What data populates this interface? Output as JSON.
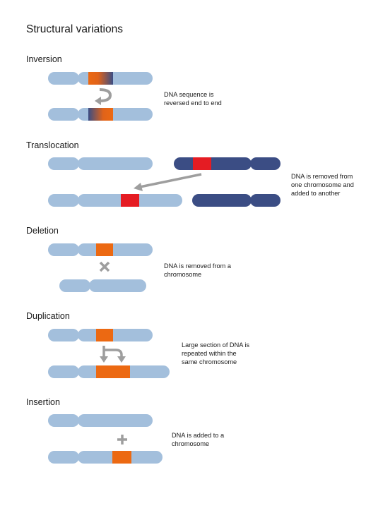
{
  "title": "Structural variations",
  "colors": {
    "chromosome": "#a3bfdc",
    "dark_chromosome": "#3b4d84",
    "orange": "#ec6912",
    "red": "#e51c23",
    "arrow": "#9e9e9e"
  },
  "sections": [
    {
      "heading": "Inversion",
      "description": [
        "DNA sequence is",
        "reversed end to end"
      ]
    },
    {
      "heading": "Translocation",
      "description": [
        "DNA is removed from",
        "one chromosome and",
        "added to another"
      ]
    },
    {
      "heading": "Deletion",
      "description": [
        "DNA is removed from a",
        "chromosome"
      ]
    },
    {
      "heading": "Duplication",
      "description": [
        "Large section of DNA is",
        "repeated within the",
        "same chromosome"
      ]
    },
    {
      "heading": "Insertion",
      "description": [
        "DNA is added to a",
        "chromosome"
      ]
    }
  ]
}
